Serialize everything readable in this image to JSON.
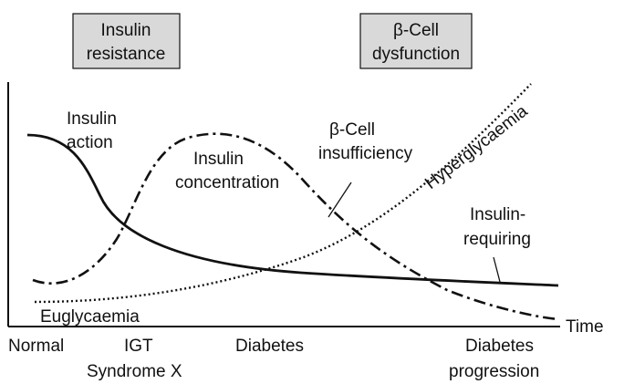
{
  "boxes": {
    "insulin_resistance": [
      "Insulin",
      "resistance"
    ],
    "beta_cell_dysfunction": [
      "β-Cell",
      "dysfunction"
    ]
  },
  "axis": {
    "x_label": "Time",
    "ticks": {
      "normal": "Normal",
      "igt": "IGT",
      "syndrome_x": "Syndrome X",
      "diabetes": "Diabetes",
      "diabetes_progression": [
        "Diabetes",
        "progression"
      ]
    }
  },
  "curve_labels": {
    "insulin_action": [
      "Insulin",
      "action"
    ],
    "insulin_concentration": [
      "Insulin",
      "concentration"
    ],
    "beta_cell_insufficiency": [
      "β-Cell",
      "insufficiency"
    ],
    "hyperglycaemia": "Hyperglycaemia",
    "insulin_requiring": [
      "Insulin-",
      "requiring"
    ],
    "euglycaemia": "Euglycaemia"
  },
  "colors": {
    "box_fill": "#d9d9d9",
    "ink": "#111111"
  }
}
